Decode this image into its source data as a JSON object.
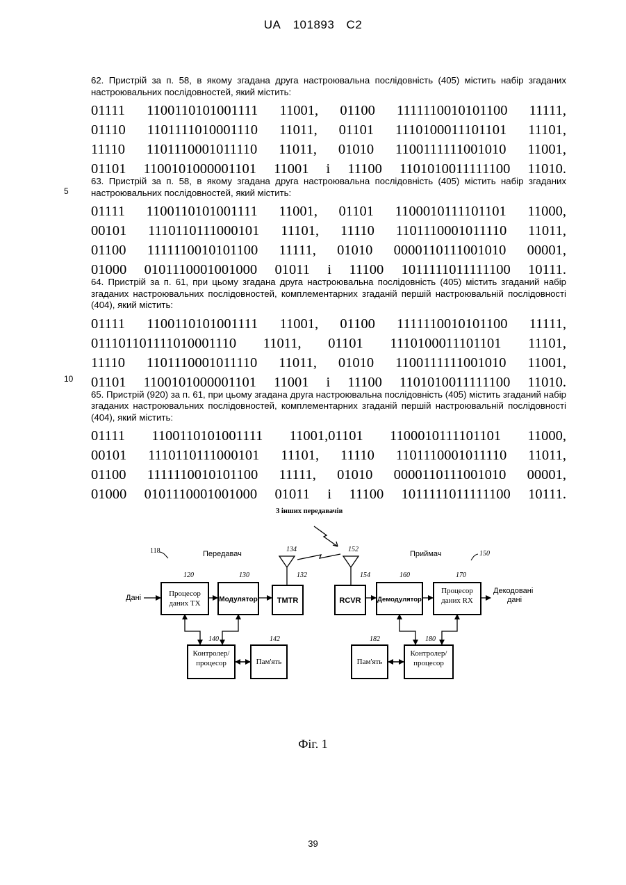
{
  "header": {
    "country": "UA",
    "number": "101893",
    "kind": "C2"
  },
  "line_numbers": [
    "5",
    "10"
  ],
  "claims": [
    {
      "text": "62. Пристрій за п. 58, в якому згадана друга настроювальна послідовність (405) містить набір згаданих настроювальних послідовностей, який містить:",
      "seq": [
        "01111 1100110101001111 11001, 01100 1111110010101100 11111,",
        "01110 1101111010001110 11011, 01101 1110100011101101 11101,",
        "11110 1101110001011110 11011, 01010 1100111111001010 11001,",
        "01101 1100101000001101 11001 і 11100 1101010011111100 11010."
      ]
    },
    {
      "text": "63. Пристрій за п. 58, в якому згадана друга настроювальна послідовність (405) містить набір згаданих настроювальних послідовностей, який містить:",
      "seq": [
        "01111 1100110101001111 11001, 01101 1100010111101101 11000,",
        "00101 1110110111000101 11101, 11110 1101110001011110 11011,",
        "01100 1111110010101100 11111, 01010 0000110111001010 00001,",
        "01000 0101110001001000 01011 і 11100 1011111011111100 10111."
      ]
    },
    {
      "text": "64. Пристрій за п. 61, при цьому згадана друга настроювальна послідовність (405) містить згаданий набір згаданих настроювальних послідовностей, комплементарних згаданій першій настроювальній послідовності (404), який містить:",
      "seq": [
        "01111 1100110101001111 11001, 01100 1111110010101100 11111,",
        "011101101111010001110 11011, 01101 1110100011101101 11101,",
        "11110 1101110001011110 11011, 01010 1100111111001010 11001,",
        "01101 1100101000001101 11001 і 11100 1101010011111100 11010."
      ]
    },
    {
      "text": "65. Пристрій (920) за п. 61, при цьому згадана друга настроювальна послідовність (405) містить згаданий набір згаданих настроювальних послідовностей, комплементарних згаданій першій настроювальній послідовності (404), який містить:",
      "seq": [
        "01111 1100110101001111 11001,01101 1100010111101101 11000,",
        "00101 1110110111000101 11101, 11110 1101110001011110 11011,",
        "01100 1111110010101100 11111, 01010 0000110111001010 00001,",
        "01000 0101110001001000 01011 і 11100 1011111011111100 10111."
      ]
    }
  ],
  "figure": {
    "other_tx": "З інших передавачів",
    "transmitter": "Передавач",
    "receiver": "Приймач",
    "ref_118": "118",
    "ref_150": "150",
    "ref_134": "134",
    "ref_152": "152",
    "data_in": "Дані",
    "data_out_1": "Декодовані",
    "data_out_2": "дані",
    "tx_proc_1": "Процесор",
    "tx_proc_2": "даних TX",
    "ref_120": "120",
    "modulator": "Модулятор",
    "ref_130": "130",
    "tmtr": "TMTR",
    "ref_132": "132",
    "rcvr": "RCVR",
    "ref_154": "154",
    "demodulator": "Демодулятор",
    "ref_160": "160",
    "rx_proc_1": "Процесор",
    "rx_proc_2": "даних RX",
    "ref_170": "170",
    "ctrl_tx_1": "Контролер/",
    "ctrl_tx_2": "процесор",
    "ref_140": "140",
    "mem_tx": "Пам'ять",
    "ref_142": "142",
    "mem_rx": "Пам'ять",
    "ref_182": "182",
    "ctrl_rx_1": "Контролер/",
    "ctrl_rx_2": "процесор",
    "ref_180": "180",
    "caption": "Фіг. 1"
  },
  "page_number": "39"
}
